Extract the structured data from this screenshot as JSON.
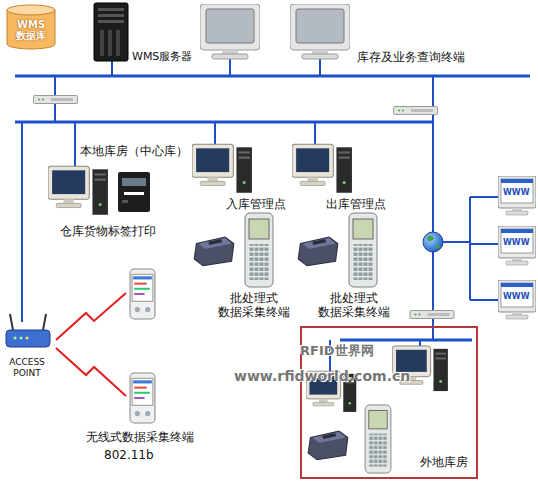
{
  "diagram": {
    "nodes": [
      {
        "text": [
          "WMS 数据库"
        ]
      },
      {
        "text": [
          "外地库房"
        ]
      }
    ],
    "labels": [
      "WMS服务器",
      "库存及业务查询终端",
      "本地库房（中心库）",
      "仓库货物标签打印",
      "入库管理点",
      "出库管理点",
      "批处理式 数据采集终端",
      "批处理式 数据采集终端",
      "ACCESS POINT",
      "无线式数据采集终端",
      "802.11b",
      "RFID世界网",
      "www.rfidworld.com.cn",
      "WWW",
      "WWW",
      "WWW"
    ]
  }
}
